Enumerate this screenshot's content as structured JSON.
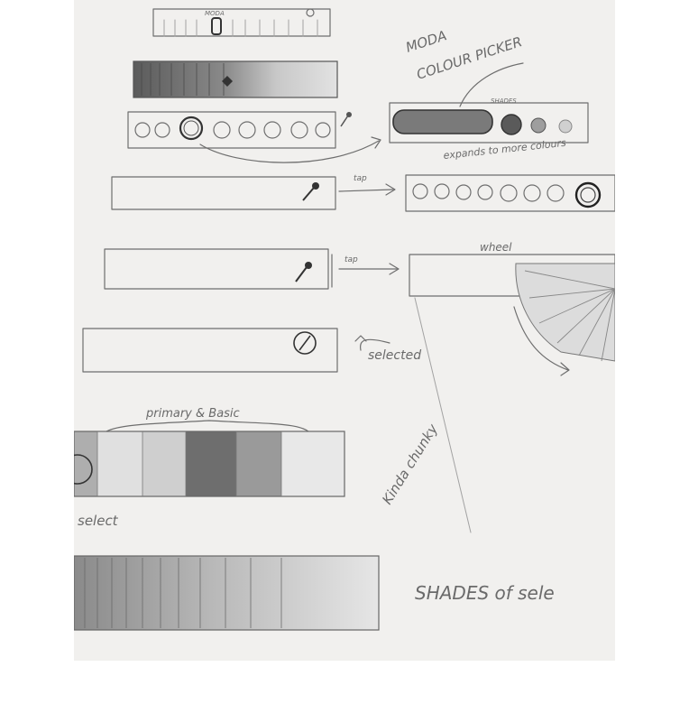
{
  "sketch": {
    "top_bar_label": "MODA",
    "title_line1": "MODA",
    "title_line2": "COLOUR PICKER",
    "shades_label": "SHADES",
    "expands_note": "expands to more colours",
    "tap_label_1": "tap",
    "tap_label_2": "tap",
    "wheel_label": "wheel",
    "selected_label": "selected",
    "primary_label": "primary & Basic",
    "select_label": "select",
    "kinda_chunky_label": "Kinda chunky",
    "shades_of_select_label": "SHADES of sele"
  }
}
